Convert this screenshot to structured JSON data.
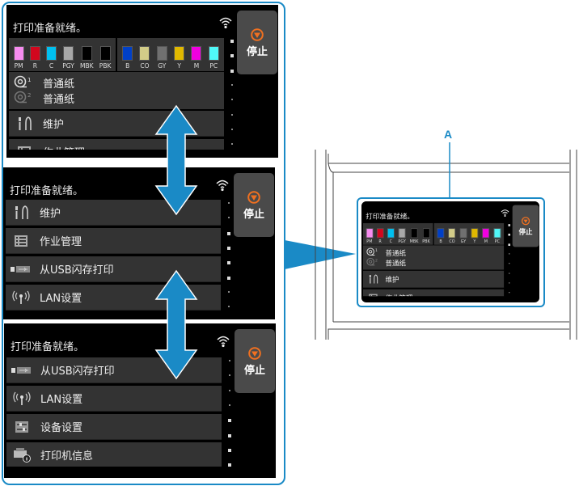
{
  "colors": {
    "accent": "#1a8ac6",
    "screen_bg": "#000000",
    "item_bg": "#333333",
    "stop_bg": "#4a4a4a",
    "stop_icon": "#f07020"
  },
  "callout_label": "A",
  "stop_button": {
    "label": "停止",
    "icon": "stop-icon"
  },
  "status_text": "打印准备就绪。",
  "screens": [
    {
      "id": "screen-1",
      "title": "打印准备就绪。",
      "scroll_indicator": [
        true,
        true,
        true,
        false,
        false,
        false,
        false,
        false
      ],
      "ink": [
        [
          {
            "label": "PM",
            "color": "#f78cf0"
          },
          {
            "label": "R",
            "color": "#d2071e"
          },
          {
            "label": "C",
            "color": "#00c0f0"
          },
          {
            "label": "PGY",
            "color": "#a8a8a8"
          },
          {
            "label": "MBK",
            "color": "#000000"
          },
          {
            "label": "PBK",
            "color": "#000000"
          }
        ],
        [
          {
            "label": "B",
            "color": "#0040c8"
          },
          {
            "label": "CO",
            "color": "#d2cc88"
          },
          {
            "label": "GY",
            "color": "#707070"
          },
          {
            "label": "Y",
            "color": "#e0b800"
          },
          {
            "label": "M",
            "color": "#f000e0"
          },
          {
            "label": "PC",
            "color": "#50f8f8"
          }
        ]
      ],
      "paper": [
        {
          "label": "普通纸",
          "icon": "roll-paper-1-icon"
        },
        {
          "label": "普通纸",
          "icon": "roll-paper-2-icon"
        }
      ],
      "items": [
        {
          "label": "维护",
          "icon": "tools-icon"
        },
        {
          "label": "作业管理",
          "icon": "job-list-icon"
        }
      ]
    },
    {
      "id": "screen-2",
      "title": "打印准备就绪。",
      "scroll_indicator": [
        false,
        false,
        true,
        true,
        true,
        true,
        false,
        false
      ],
      "items": [
        {
          "label": "维护",
          "icon": "tools-icon"
        },
        {
          "label": "作业管理",
          "icon": "job-list-icon"
        },
        {
          "label": "从USB闪存打印",
          "icon": "usb-icon"
        },
        {
          "label": "LAN设置",
          "icon": "antenna-icon"
        },
        {
          "label": "",
          "icon": ""
        }
      ]
    },
    {
      "id": "screen-3",
      "title": "打印准备就绪。",
      "scroll_indicator": [
        false,
        false,
        false,
        false,
        true,
        true,
        true,
        true
      ],
      "items": [
        {
          "label": "从USB闪存打印",
          "icon": "usb-icon"
        },
        {
          "label": "LAN设置",
          "icon": "antenna-icon"
        },
        {
          "label": "设备设置",
          "icon": "device-settings-icon"
        },
        {
          "label": "打印机信息",
          "icon": "printer-info-icon"
        }
      ]
    }
  ]
}
